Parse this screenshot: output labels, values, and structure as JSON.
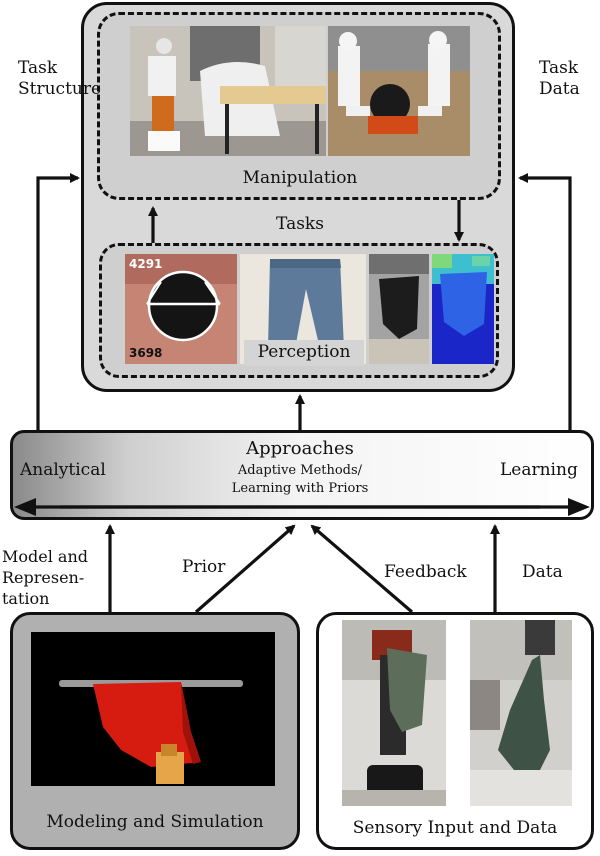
{
  "side_labels": {
    "task_structure": [
      "Task",
      "Structure"
    ],
    "task_data": [
      "Task",
      "Data"
    ]
  },
  "tasks": {
    "title": "Tasks",
    "manipulation_label": "Manipulation",
    "perception_label": "Perception",
    "perception_numbers": {
      "top": "4291",
      "bottom": "3698"
    }
  },
  "approaches": {
    "title": "Approaches",
    "subtitle_lines": [
      "Adaptive Methods/",
      "Learning with Priors"
    ],
    "left": "Analytical",
    "right": "Learning"
  },
  "edges": {
    "model_rep": [
      "Model and",
      "Represen-",
      "tation"
    ],
    "prior": "Prior",
    "feedback": "Feedback",
    "data": "Data"
  },
  "bottom": {
    "modeling": "Modeling and Simulation",
    "sensory": "Sensory Input and Data"
  }
}
